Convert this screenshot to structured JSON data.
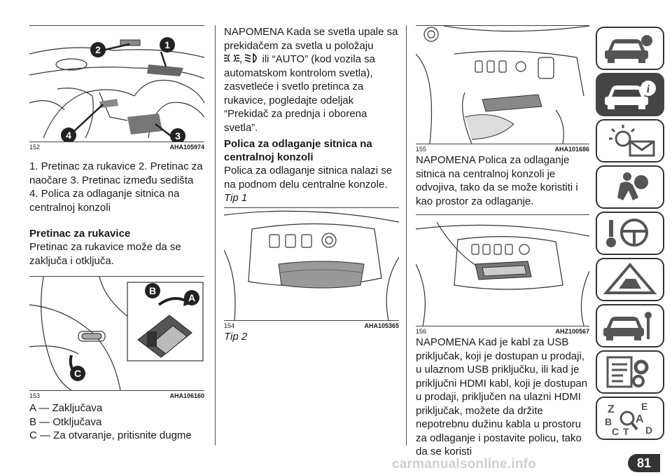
{
  "col1": {
    "fig152": {
      "num": "152",
      "code": "AHA105974",
      "callouts": [
        "2",
        "1",
        "4",
        "3"
      ]
    },
    "legend152": "1. Pretinac za rukavice 2. Pretinac za naočare 3. Pretinac između sedišta 4. Polica za odlaganje sitnica na centralnoj konzoli",
    "heading": "Pretinac za rukavice",
    "para": "Pretinac za rukavice može da se zaključa i otključa.",
    "fig153": {
      "num": "153",
      "code": "AHA106160",
      "callouts": [
        "B",
        "A",
        "C"
      ]
    },
    "items": [
      "A — Zaključava",
      "B — Otključava",
      "C — Za otvaranje, pritisnite dugme"
    ]
  },
  "col2": {
    "note_a": "NAPOMENA Kada se svetla upale sa prekidačem za svetla u položaju",
    "note_b": "ili “AUTO” (kod vozila sa automatskom kontrolom svetla), zasvetleće i svetlo pretinca za rukavice, pogledajte odeljak “Prekidač za prednja i oborena svetla”.",
    "note_sep": ",",
    "heading": "Polica za odlaganje sitnica na centralnoj konzoli",
    "para": "Polica za odlaganje sitnica nalazi se na podnom delu centralne konzole.",
    "tip1": "Tip 1",
    "fig154": {
      "num": "154",
      "code": "AHA105365"
    },
    "tip2": "Tip 2"
  },
  "col3": {
    "fig155": {
      "num": "155",
      "code": "AHA101686"
    },
    "note1": "NAPOMENA Polica za odlaganje sitnica na centralnoj konzoli je odvojiva, tako da se može koristiti i kao prostor za odlaganje.",
    "fig156": {
      "num": "156",
      "code": "AHZ100567"
    },
    "note2": "NAPOMENA Kad je kabl za USB priključak, koji je dostupan u prodaji, u ulaznom USB priključku, ili kad je priključni HDMI kabl, koji je dostupan u prodaji, priključen na ulazni HDMI priključak, možete da držite nepotrebnu dužinu kabla u prostoru za odlaganje i postavite policu, tako da se koristi"
  },
  "sidebar": {
    "tabs": [
      "car-overview-icon",
      "car-info-icon",
      "warning-lights-icon",
      "airbag-safety-icon",
      "key-steering-icon",
      "roadside-warning-icon",
      "car-maintenance-icon",
      "technical-data-icon",
      "alphabetical-index-icon"
    ],
    "active": 1,
    "index_letters": [
      "Z",
      "E",
      "B",
      "A",
      "C",
      "T",
      "D"
    ]
  },
  "page_number": "81",
  "watermark": "carmanualsonline.info"
}
